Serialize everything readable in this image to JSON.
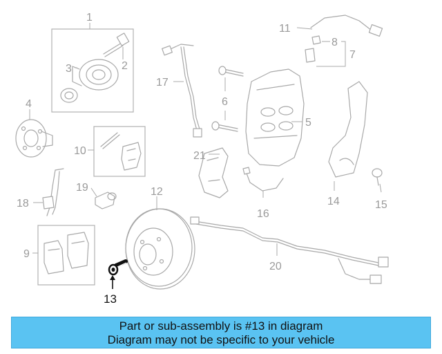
{
  "callouts": {
    "c1": "1",
    "c2": "2",
    "c3": "3",
    "c4": "4",
    "c5": "5",
    "c6": "6",
    "c7": "7",
    "c8": "8",
    "c9": "9",
    "c10": "10",
    "c11": "11",
    "c12": "12",
    "c13": "13",
    "c14": "14",
    "c15": "15",
    "c16": "16",
    "c17": "17",
    "c18": "18",
    "c19": "19",
    "c20": "20",
    "c21": "21"
  },
  "highlighted_part": "13",
  "colors": {
    "banner": "#5ac3f2",
    "highlight": "#111111",
    "line_art": "#a8a8a8"
  },
  "banner": {
    "line1": "Part or sub-assembly is #13 in diagram",
    "line2": "Diagram may not be specific to your vehicle"
  }
}
